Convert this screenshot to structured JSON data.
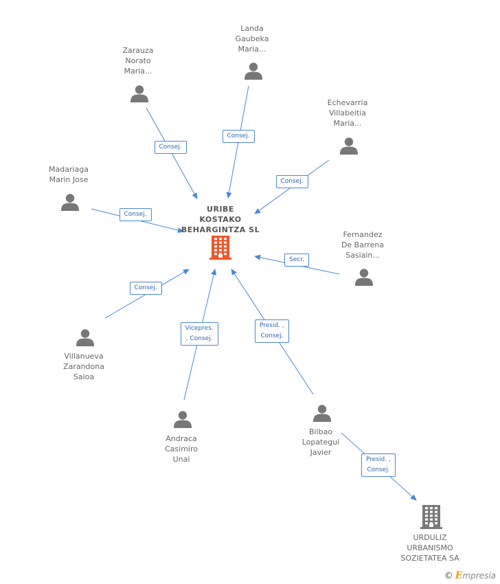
{
  "diagram": {
    "center": {
      "name": "URIBE\nKOSTAKO\nBEHARGINTZA SL"
    },
    "persons": [
      {
        "id": "zarauza",
        "name": "Zarauza\nNorato\nMaria..."
      },
      {
        "id": "landa",
        "name": "Landa\nGaubeka\nMaria..."
      },
      {
        "id": "echevarria",
        "name": "Echevarria\nVillabeitia\nMaria..."
      },
      {
        "id": "madariaga",
        "name": "Madariaga\nMarin Jose"
      },
      {
        "id": "fernandez",
        "name": "Fernandez\nDe Barrena\nSasiain..."
      },
      {
        "id": "villanueva",
        "name": "Villanueva\nZarandona\nSaioa"
      },
      {
        "id": "andraca",
        "name": "Andraca\nCasimiro\nUnai"
      },
      {
        "id": "bilbao",
        "name": "Bilbao\nLopategui\nJavier"
      }
    ],
    "companies": [
      {
        "id": "urduliz",
        "name": "URDULIZ\nURBANISMO\nSOZIETATEA SA"
      }
    ],
    "edges": [
      {
        "from": "zarauza",
        "to": "center",
        "role": "Consej."
      },
      {
        "from": "landa",
        "to": "center",
        "role": "Consej."
      },
      {
        "from": "echevarria",
        "to": "center",
        "role": "Consej."
      },
      {
        "from": "madariaga",
        "to": "center",
        "role": "Consej."
      },
      {
        "from": "fernandez",
        "to": "center",
        "role": "Secr."
      },
      {
        "from": "villanueva",
        "to": "center",
        "role": "Consej."
      },
      {
        "from": "andraca",
        "to": "center",
        "role": "Vicepres.\n, Consej."
      },
      {
        "from": "bilbao",
        "to": "center",
        "role": "Presid. ,\nConsej."
      },
      {
        "from": "bilbao",
        "to": "urduliz",
        "role": "Presid. ,\nConsej."
      }
    ],
    "colors": {
      "edge": "#4a86d4",
      "person_icon": "#777777",
      "center_icon": "#f0552a",
      "company_icon": "#7a7a7a"
    }
  },
  "brand": {
    "copyright": "©",
    "initial": "E",
    "rest": "mpresia"
  }
}
